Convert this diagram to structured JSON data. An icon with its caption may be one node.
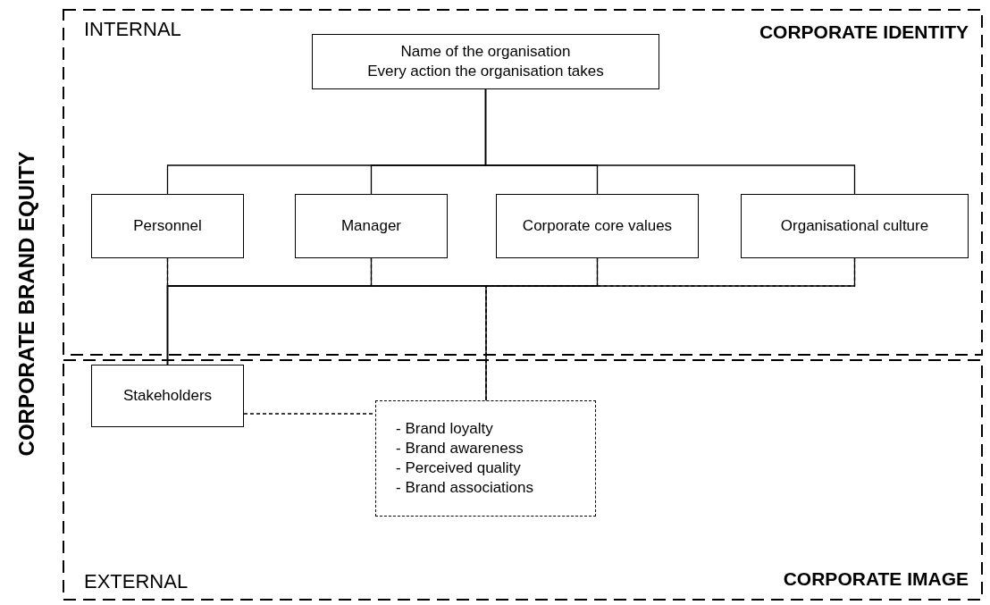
{
  "diagram": {
    "nodes": [
      {
        "text": [
          "INTERNAL",
          "CORPORATE IDENTITY"
        ]
      },
      {
        "text": [
          "EXTERNAL",
          "CORPORATE IMAGE"
        ]
      },
      {
        "text": [
          "Name of the organisation",
          "Every action the organisation takes"
        ],
        "in": 0
      },
      {
        "text": [
          "Personnel"
        ],
        "in": 0
      },
      {
        "text": [
          "Manager"
        ],
        "in": 0
      },
      {
        "text": [
          "Corporate core values"
        ],
        "in": 0
      },
      {
        "text": [
          "Organisational culture"
        ],
        "in": 0
      },
      {
        "text": [
          "Stakeholders"
        ],
        "in": 1
      },
      {
        "text": [
          "- Brand loyalty",
          "- Brand awareness",
          "- Perceived quality",
          "- Brand associations"
        ],
        "in": 1
      }
    ],
    "edges": [
      {
        "from": 2,
        "to": 3,
        "arrow": "none"
      },
      {
        "from": 2,
        "to": 4,
        "arrow": "none"
      },
      {
        "from": 2,
        "to": 5,
        "arrow": "none"
      },
      {
        "from": 2,
        "to": 6,
        "arrow": "none"
      },
      {
        "from": 3,
        "to": 7,
        "arrow": "none"
      },
      {
        "from": 4,
        "to": 7,
        "arrow": "none"
      },
      {
        "from": 5,
        "to": 7,
        "arrow": "none"
      },
      {
        "from": 6,
        "to": 7,
        "arrow": "none"
      },
      {
        "from": 3,
        "to": 8,
        "arrow": "none",
        "style": "dashed"
      },
      {
        "from": 4,
        "to": 8,
        "arrow": "none",
        "style": "dashed"
      },
      {
        "from": 5,
        "to": 8,
        "arrow": "none",
        "style": "dashed"
      },
      {
        "from": 6,
        "to": 8,
        "arrow": "none",
        "style": "dashed"
      },
      {
        "from": 7,
        "to": 8,
        "arrow": "none",
        "style": "dashed"
      }
    ],
    "labels": [
      "CORPORATE BRAND EQUITY"
    ]
  }
}
